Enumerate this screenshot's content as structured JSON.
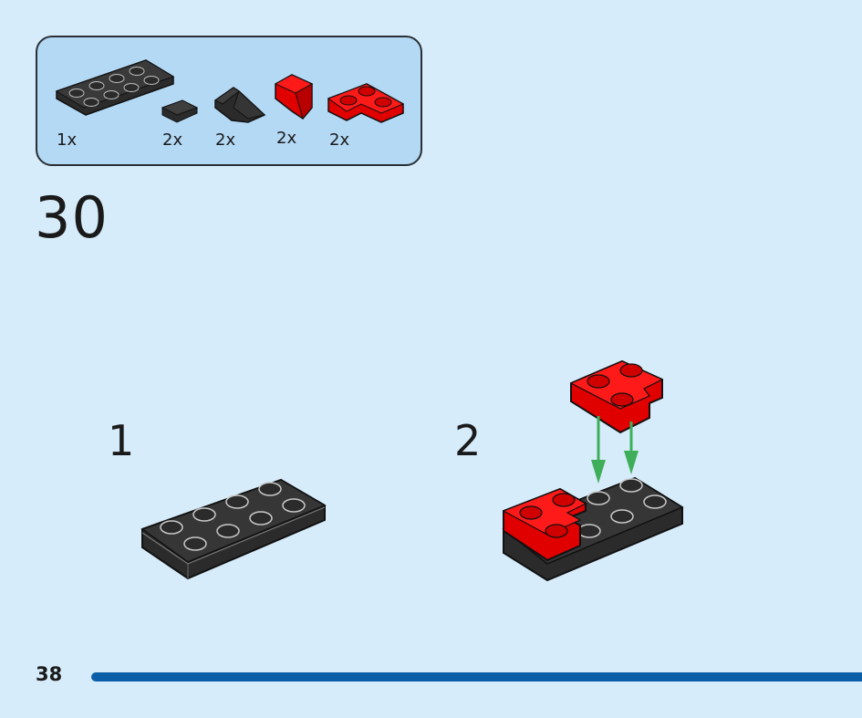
{
  "parts": [
    {
      "icon": "black-plate-2x4-icon",
      "qty": "1x"
    },
    {
      "icon": "black-tile-1x1-icon",
      "qty": "2x"
    },
    {
      "icon": "black-wedge-slope-icon",
      "qty": "2x"
    },
    {
      "icon": "red-slope-icon",
      "qty": "2x"
    },
    {
      "icon": "red-corner-plate-icon",
      "qty": "2x"
    }
  ],
  "step_number": "30",
  "sub_steps": [
    {
      "number": "1",
      "illustration": "black-plate-2x4-icon"
    },
    {
      "number": "2",
      "illustration": "red-corner-plates-attach-icon"
    }
  ],
  "page_number": "38",
  "colors": {
    "page_background": "#d6ecfa",
    "parts_box": "#b4d9f5",
    "brick_black": "#2b2b2b",
    "brick_red": "#e00000",
    "arrow_green": "#3fae5a",
    "footer_bar": "#0b5fa8"
  }
}
